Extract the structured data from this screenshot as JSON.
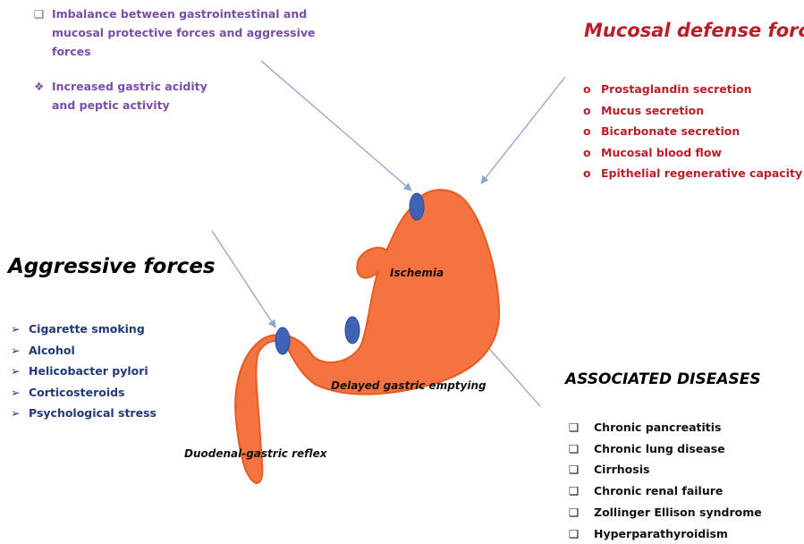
{
  "left_top": {
    "items": [
      {
        "bullet": "❑",
        "text": "Imbalance between gastrointestinal and mucosal protective forces and aggressive forces"
      },
      {
        "bullet": "❖",
        "text": "Increased gastric acidity and peptic activity"
      }
    ]
  },
  "defense": {
    "title": "Mucosal defense forces",
    "bullet": "o",
    "items": [
      "Prostaglandin secretion",
      "Mucus secretion",
      "Bicarbonate secretion",
      "Mucosal blood flow",
      "Epithelial regenerative capacity"
    ]
  },
  "aggressive": {
    "title": "Aggressive forces",
    "bullet": "➢",
    "items": [
      "Cigarette smoking",
      "Alcohol",
      "Helicobacter pylori",
      "Corticosteroids",
      "Psychological stress"
    ]
  },
  "diseases": {
    "title": "ASSOCIATED DISEASES",
    "bullet": "❑",
    "items": [
      "Chronic pancreatitis",
      "Chronic lung disease",
      "Cirrhosis",
      "Chronic renal failure",
      "Zollinger Ellison syndrome",
      "Hyperparathyroidism"
    ]
  },
  "stomach": {
    "labels": {
      "ischemia": "Ischemia",
      "delayed": "Delayed gastric emptying",
      "reflex": "Duodenal-gastric reflex"
    }
  },
  "colors": {
    "stomach_fill": "#f5733f",
    "stomach_stroke": "#e85a24",
    "spot_fill": "#3f63b8",
    "arrow": "#8fa3cf",
    "defense_red": "#b81f28",
    "aggressive_blue": "#203a7a",
    "cause_purple": "#7a4ea8"
  }
}
